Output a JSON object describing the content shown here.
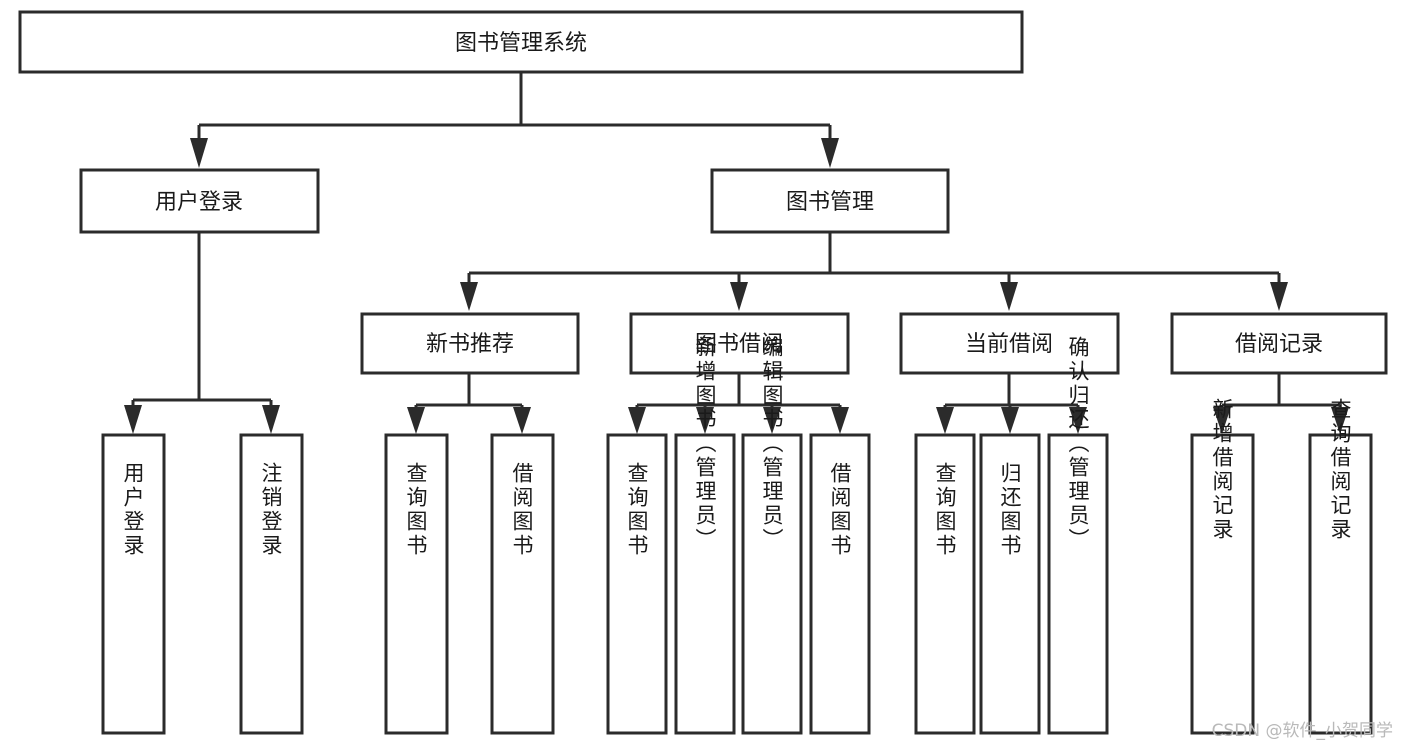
{
  "diagram": {
    "type": "tree-hierarchy-flowchart",
    "root": {
      "id": "root",
      "label": "图书管理系统"
    },
    "level2": [
      {
        "id": "user-login",
        "label": "用户登录"
      },
      {
        "id": "book-manage",
        "label": "图书管理"
      }
    ],
    "level3": [
      {
        "id": "new-book-recommend",
        "label": "新书推荐"
      },
      {
        "id": "book-borrow",
        "label": "图书借阅"
      },
      {
        "id": "current-borrow",
        "label": "当前借阅"
      },
      {
        "id": "borrow-record",
        "label": "借阅记录"
      }
    ],
    "leaves": {
      "user-login": [
        {
          "id": "leaf-user-login",
          "label": "用户登录"
        },
        {
          "id": "leaf-logout",
          "label": "注销登录"
        }
      ],
      "new-book-recommend": [
        {
          "id": "leaf-query-book-1",
          "label": "查询图书"
        },
        {
          "id": "leaf-borrow-book-1",
          "label": "借阅图书"
        }
      ],
      "book-borrow": [
        {
          "id": "leaf-query-book-2",
          "label": "查询图书"
        },
        {
          "id": "leaf-add-book",
          "label": "新增图书（管理员）"
        },
        {
          "id": "leaf-edit-book",
          "label": "编辑图书（管理员）"
        },
        {
          "id": "leaf-borrow-book-2",
          "label": "借阅图书"
        }
      ],
      "current-borrow": [
        {
          "id": "leaf-query-book-3",
          "label": "查询图书"
        },
        {
          "id": "leaf-return-book",
          "label": "归还图书"
        },
        {
          "id": "leaf-confirm-return",
          "label": "确认归还（管理员）"
        }
      ],
      "borrow-record": [
        {
          "id": "leaf-add-record",
          "label": "新增借阅记录"
        },
        {
          "id": "leaf-query-record",
          "label": "查询借阅记录"
        }
      ]
    }
  },
  "watermark": {
    "text": "CSDN @软件_小贺同学"
  },
  "colors": {
    "stroke": "#2b2b2b",
    "fill": "#ffffff",
    "text": "#1a1a1a",
    "watermark": "#b9b9b9"
  }
}
